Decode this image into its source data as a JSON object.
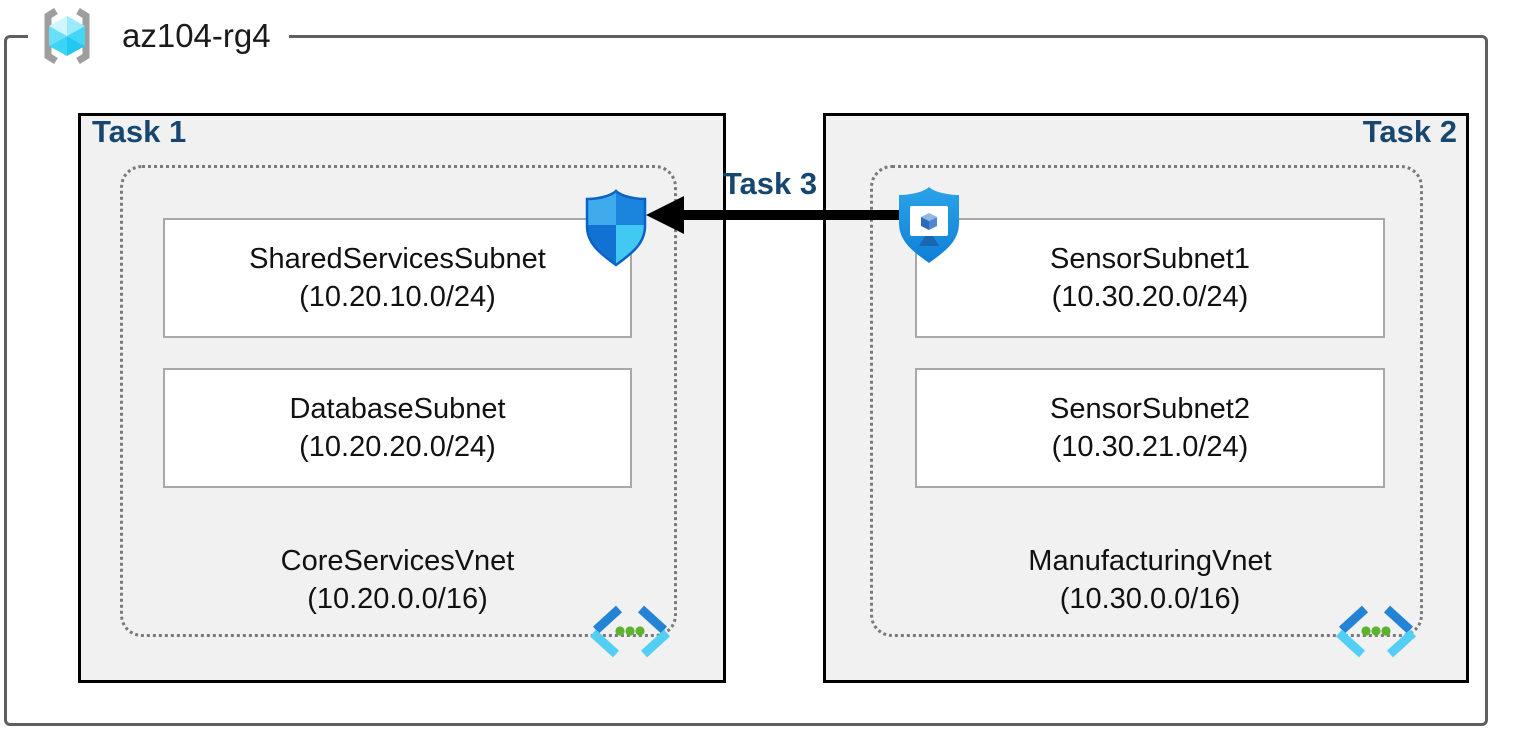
{
  "resource_group": {
    "name": "az104-rg4"
  },
  "tasks": {
    "task1": {
      "label": "Task 1",
      "vnet_name": "CoreServicesVnet",
      "vnet_cidr": "(10.20.0.0/16)",
      "subnets": [
        {
          "name": "SharedServicesSubnet",
          "cidr": "(10.20.10.0/24)"
        },
        {
          "name": "DatabaseSubnet",
          "cidr": "(10.20.20.0/24)"
        }
      ]
    },
    "task2": {
      "label": "Task 2",
      "vnet_name": "ManufacturingVnet",
      "vnet_cidr": "(10.30.0.0/16)",
      "subnets": [
        {
          "name": "SensorSubnet1",
          "cidr": "(10.30.20.0/24)"
        },
        {
          "name": "SensorSubnet2",
          "cidr": "(10.30.21.0/24)"
        }
      ]
    },
    "task3": {
      "label": "Task 3"
    }
  },
  "icons": {
    "resource_group": "azure-resource-group-cube-in-brackets",
    "nsg_shield": "network-security-shield-quadrants",
    "bastion": "shield-with-monitor-and-cube",
    "virtual_network": "chevrons-with-three-green-dots"
  },
  "colors": {
    "task_label": "#17466F",
    "task_box_fill": "#F1F1F1",
    "task_box_border": "#000000",
    "dotted_border": "#7A7A7A",
    "subnet_border": "#A8A8A8",
    "outer_border": "#5F5F5F",
    "arrow": "#000000",
    "azure_blue": "#1489DB",
    "azure_cyan": "#50D7F9",
    "vnet_dot_green": "#5DB32E"
  }
}
